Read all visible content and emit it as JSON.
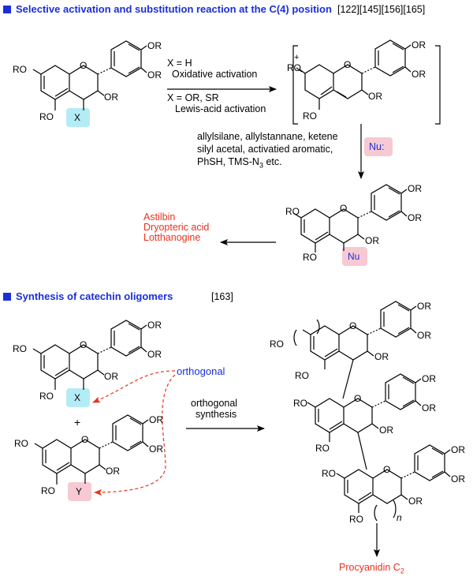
{
  "section1": {
    "title": "Selective activation and substitution reaction at the C(4) position",
    "refs": "[122][145][156][165]",
    "cond_h_line1": "X = H",
    "cond_h_line2": "Oxidative activation",
    "cond_or_line1": "X = OR, SR",
    "cond_or_line2": "Lewis-acid activation",
    "nucleophiles_line1": "allylsilane, allylstannane, ketene",
    "nucleophiles_line2": "silyl acetal, activatied aromatic,",
    "nucleophiles_line3_pre": "PhSH, TMS-N",
    "nucleophiles_line3_sub": "3",
    "nucleophiles_line3_post": " etc.",
    "nu_label": "Nu:",
    "products": [
      "Astilbin",
      "Dryopteric acid",
      "Lotthanogine"
    ]
  },
  "section2": {
    "title": "Synthesis of catechin oligomers",
    "refs": "[163]",
    "orthogonal": "orthogonal",
    "arrow_label_line1": "orthogonal",
    "arrow_label_line2": "synthesis",
    "plus": "+",
    "repeat_n": "n",
    "product_pre": "Procyanidin C",
    "product_sub": "2"
  },
  "atoms": {
    "RO": "RO",
    "OR": "OR",
    "O": "O",
    "X": "X",
    "Y": "Y",
    "Nu": "Nu",
    "plus_charge": "+"
  },
  "colors": {
    "header_blue": "#1b2fd8",
    "product_red": "#e8321e",
    "highlight_cyan": "#b4ecf5",
    "highlight_pink": "#f7c9d3"
  }
}
